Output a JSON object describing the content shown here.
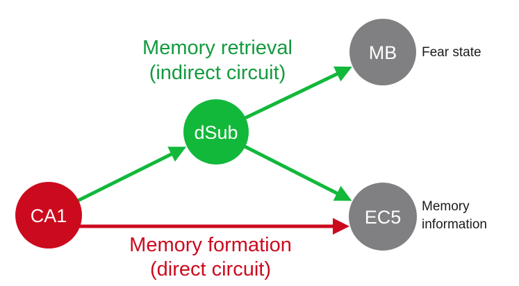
{
  "colors": {
    "green": "#12b83a",
    "green_text": "#139a3e",
    "red": "#cc0a1e",
    "red_text": "#cc0a1e",
    "gray": "#808082"
  },
  "nodes": {
    "ca1": {
      "label": "CA1"
    },
    "dsub": {
      "label": "dSub"
    },
    "mb": {
      "label": "MB",
      "description": "Fear state"
    },
    "ec5": {
      "label": "EC5",
      "description_line1": "Memory",
      "description_line2": "information"
    }
  },
  "pathways": {
    "indirect": {
      "line1": "Memory retrieval",
      "line2": "(indirect circuit)"
    },
    "direct": {
      "line1": "Memory formation",
      "line2": "(direct circuit)"
    }
  },
  "edges": [
    {
      "from": "CA1",
      "to": "dSub",
      "circuit": "indirect"
    },
    {
      "from": "dSub",
      "to": "MB",
      "circuit": "indirect"
    },
    {
      "from": "dSub",
      "to": "EC5",
      "circuit": "indirect"
    },
    {
      "from": "CA1",
      "to": "EC5",
      "circuit": "direct"
    }
  ]
}
